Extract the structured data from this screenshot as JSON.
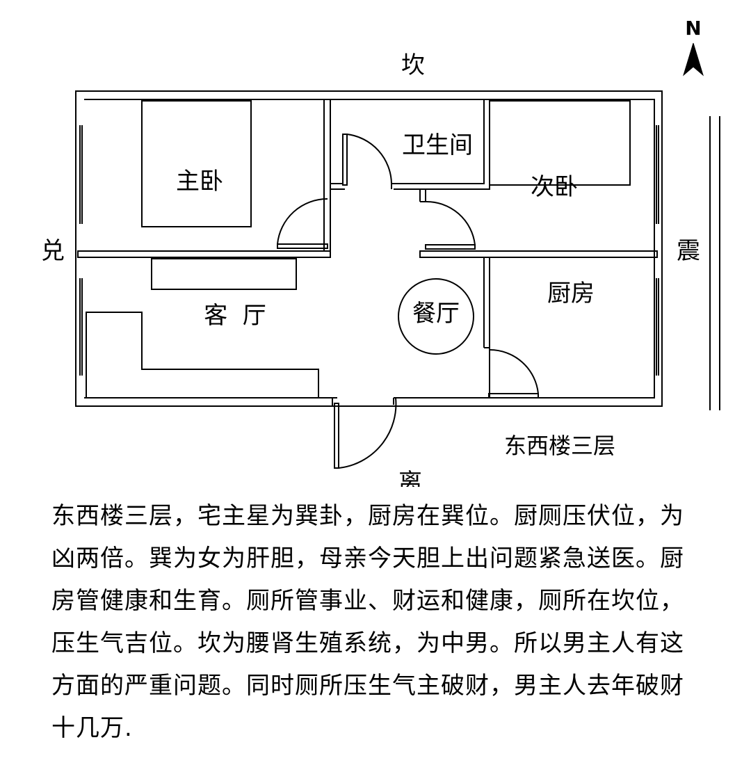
{
  "compass": {
    "north_label": "N"
  },
  "directions": {
    "north": "坎",
    "south": "离",
    "west": "兑",
    "east": "震"
  },
  "rooms": {
    "master_bedroom": "主卧",
    "bathroom": "卫生间",
    "second_bedroom": "次卧",
    "living_room": "客  厅",
    "dining_room": "餐厅",
    "kitchen": "厨房"
  },
  "floor_caption": "东西楼三层",
  "description_lines": [
    "东西楼三层，宅主星为巽卦，厨房在巽位。厨厕压伏位，为",
    "凶两倍。巽为女为肝胆，母亲今天胆上出问题紧急送医。厨",
    "房管健康和生育。厕所管事业、财运和健康，厕所在坎位，",
    "压生气吉位。坎为腰肾生殖系统，为中男。所以男主人有这",
    "方面的严重问题。同时厕所压生气主破财，男主人去年破财",
    "十几万."
  ]
}
